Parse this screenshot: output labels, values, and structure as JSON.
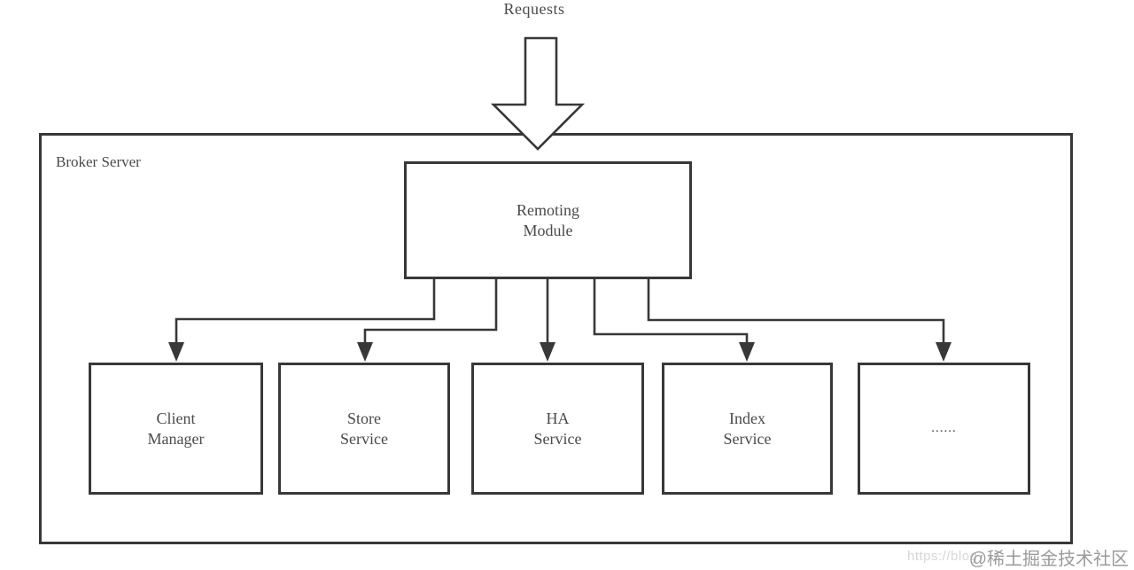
{
  "diagram": {
    "title": "Broker Server architecture diagram",
    "requests_label": "Requests",
    "container_label": "Broker Server",
    "remoting_label": "Remoting\nModule",
    "children": [
      {
        "id": "client-manager",
        "label": "Client\nManager"
      },
      {
        "id": "store-service",
        "label": "Store\nService"
      },
      {
        "id": "ha-service",
        "label": "HA\nService"
      },
      {
        "id": "index-service",
        "label": "Index\nService"
      },
      {
        "id": "ellipsis",
        "label": "......"
      }
    ],
    "icons": {
      "requests_arrow": "block-down-arrow-icon",
      "connector_arrowhead": "down-arrowhead-icon"
    }
  },
  "watermark": {
    "url_text": "https://blog",
    "community_text": "@稀土掘金技术社区"
  },
  "colors": {
    "line": "#383838",
    "text": "#4a4a4a",
    "background": "#ffffff",
    "watermark_main": "#9a9a9a",
    "watermark_url": "#d7d7d7"
  }
}
